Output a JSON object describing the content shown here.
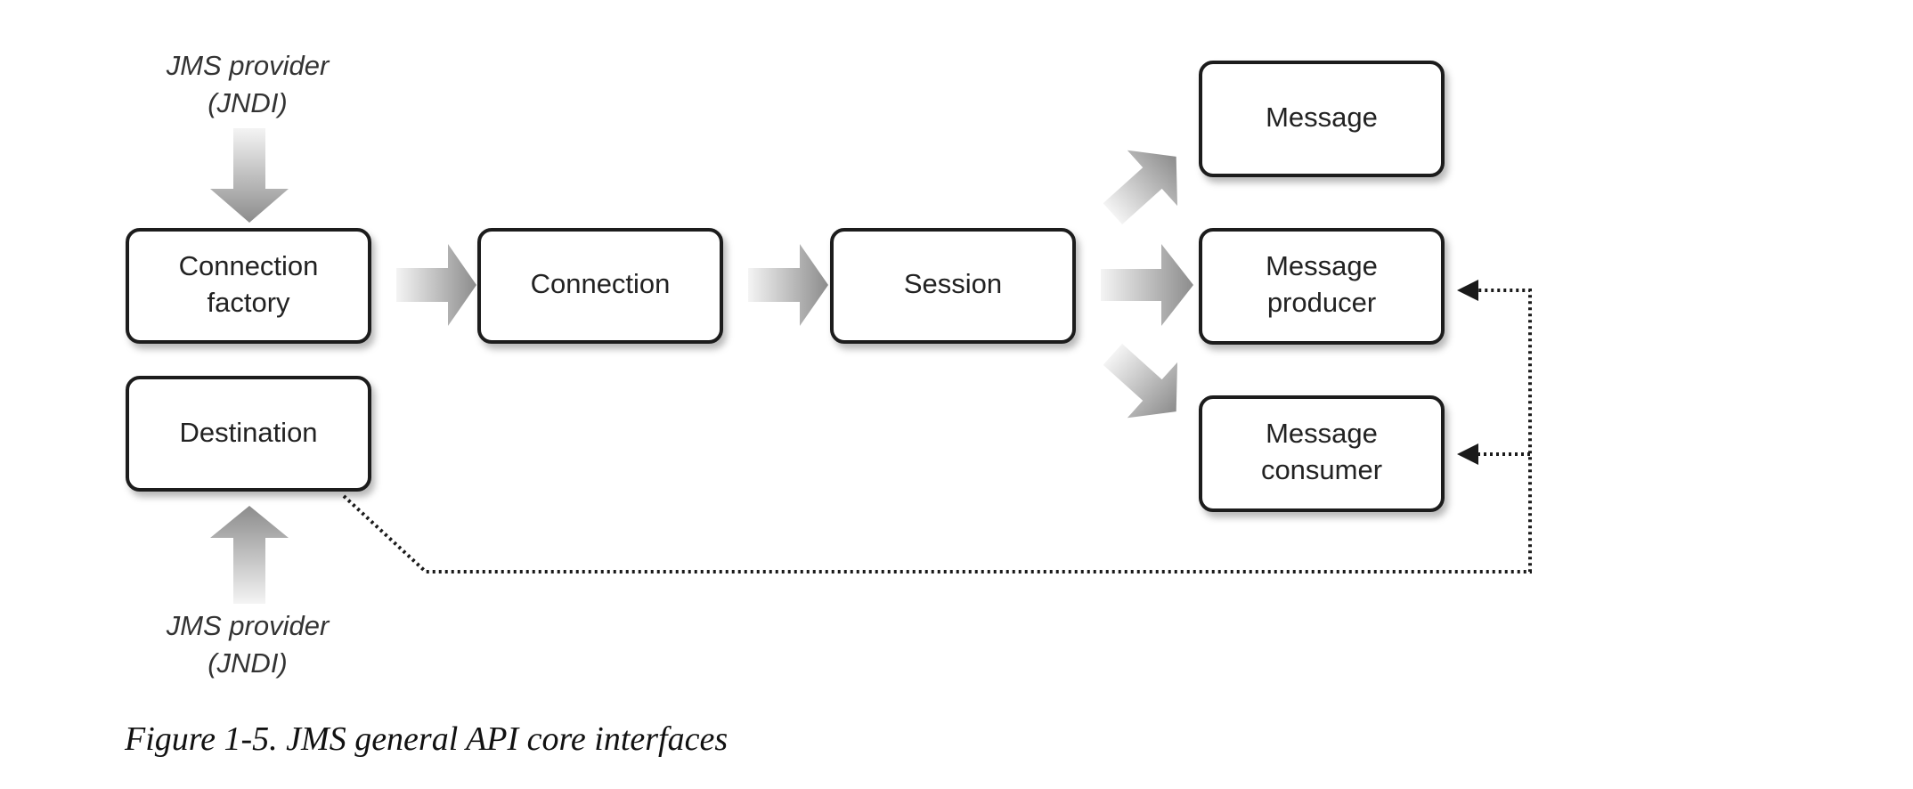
{
  "providers": {
    "top": {
      "line1": "JMS provider",
      "line2": "(JNDI)"
    },
    "bottom": {
      "line1": "JMS provider",
      "line2": "(JNDI)"
    }
  },
  "boxes": {
    "connection_factory": {
      "line1": "Connection",
      "line2": "factory"
    },
    "destination": {
      "line1": "Destination"
    },
    "connection": {
      "line1": "Connection"
    },
    "session": {
      "line1": "Session"
    },
    "message": {
      "line1": "Message"
    },
    "message_producer": {
      "line1": "Message",
      "line2": "producer"
    },
    "message_consumer": {
      "line1": "Message",
      "line2": "consumer"
    }
  },
  "caption": "Figure 1-5. JMS general API core interfaces",
  "colors": {
    "arrow_dark": "#8c8c8c",
    "arrow_light": "#f4f4f4",
    "outline": "#1a1a1a"
  }
}
